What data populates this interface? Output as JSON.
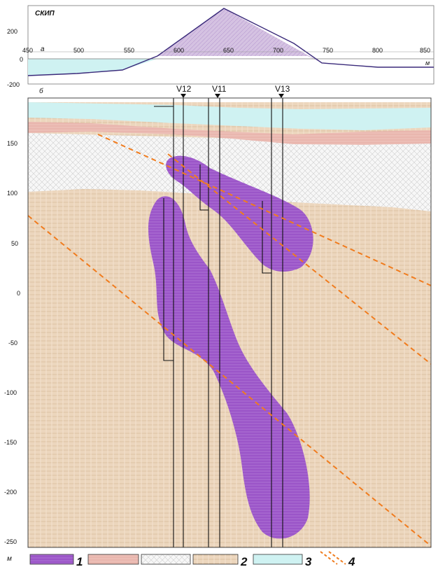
{
  "panel_a": {
    "label": "а",
    "title": "СКИП",
    "x_unit": "м",
    "x_ticks": [
      "450",
      "500",
      "550",
      "600",
      "650",
      "700",
      "750",
      "800",
      "850"
    ],
    "y_ticks": [
      "200",
      "0",
      "-200"
    ]
  },
  "panel_b": {
    "label": "б",
    "y_unit": "м",
    "y_ticks": [
      "150",
      "100",
      "50",
      "0",
      "-50",
      "-100",
      "-150",
      "-200",
      "-250"
    ],
    "wells": [
      "V12",
      "V11",
      "V13"
    ]
  },
  "legend": {
    "items": [
      {
        "num": "1"
      },
      {
        "num": "2"
      },
      {
        "num": "3"
      },
      {
        "num": "4"
      }
    ]
  },
  "colors": {
    "orebody": "#9b55c8",
    "host_rock": "#ecd6bd",
    "weathered": "#f0f0f0",
    "red_layer": "#e9b6ae",
    "water": "#cff2f2",
    "fault": "#f07c1e",
    "profile_line": "#3a2a7a",
    "anomaly_fill": "#c9b3d9"
  }
}
